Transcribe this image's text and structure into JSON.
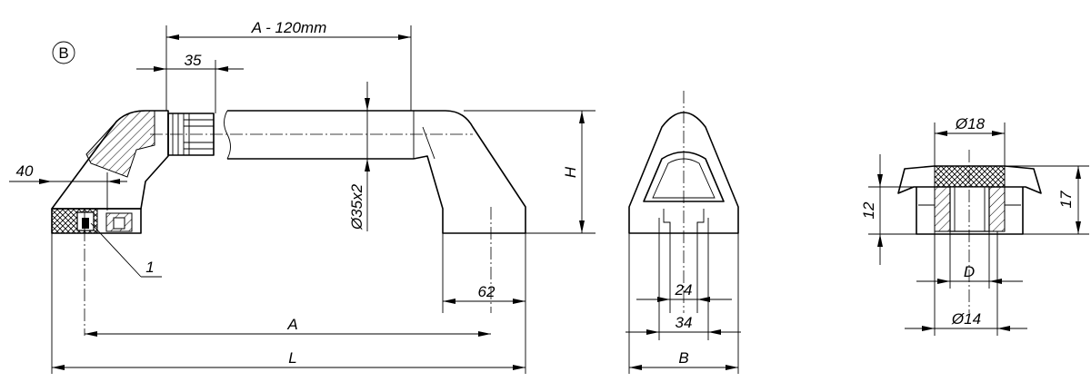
{
  "detail_marker": "B",
  "dimensions": {
    "a_minus_120": "A - 120mm",
    "d35": "35",
    "d40": "40",
    "tube": "Ø35x2",
    "h": "H",
    "d62": "62",
    "a": "A",
    "l": "L",
    "d24": "24",
    "d34": "34",
    "b": "B",
    "d18": "Ø18",
    "d12": "12",
    "d17": "17",
    "d_bore": "D",
    "d14": "Ø14"
  },
  "callouts": {
    "part_1": "1"
  }
}
